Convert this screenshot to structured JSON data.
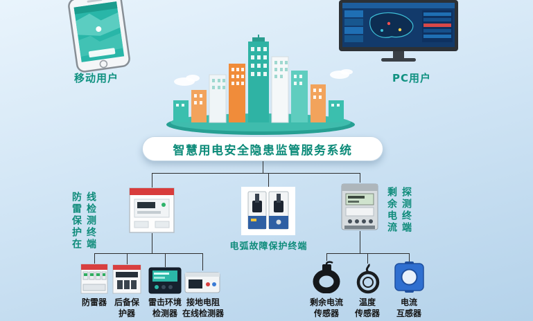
{
  "colors": {
    "accent_teal": "#0e8b7a",
    "banner_text": "#0b8a78",
    "label_dark": "#151515",
    "connector_line": "#2c2c2c",
    "background_top": "#e9f4fc",
    "background_bottom": "#b4d2ea"
  },
  "users": {
    "mobile_label": "移动用户",
    "pc_label": "PC用户"
  },
  "banner": {
    "title": "智慧用电安全隐患监管服务系统"
  },
  "terminals": {
    "lightning": {
      "col1": "防雷保护在",
      "col2": "线检测终端"
    },
    "arc": {
      "label": "电弧故障保护终端"
    },
    "residual": {
      "col1": "剩余电流",
      "col2": "探测终端"
    }
  },
  "devices_left": [
    {
      "line1": "防雷器",
      "line2": ""
    },
    {
      "line1": "后备保",
      "line2": "护器"
    },
    {
      "line1": "雷击环境",
      "line2": "检测器"
    },
    {
      "line1": "接地电阻",
      "line2": "在线检测器"
    }
  ],
  "devices_right": [
    {
      "line1": "剩余电流",
      "line2": "传感器"
    },
    {
      "line1": "温度",
      "line2": "传感器"
    },
    {
      "line1": "电流",
      "line2": "互感器"
    }
  ],
  "icons": {
    "mobile": "smartphone-icon",
    "pc": "desktop-monitor-icon",
    "center": "city-skyline-illustration",
    "terminal_left": "lightning-protection-terminal-icon",
    "terminal_mid": "arc-fault-breaker-icon",
    "terminal_right": "residual-current-meter-icon",
    "left_1": "surge-protector-icon",
    "left_2": "backup-protector-icon",
    "left_3": "lightning-env-detector-icon",
    "left_4": "ground-resistance-detector-icon",
    "right_1": "residual-current-coil-icon",
    "right_2": "temperature-sensor-loop-icon",
    "right_3": "current-transformer-icon"
  }
}
